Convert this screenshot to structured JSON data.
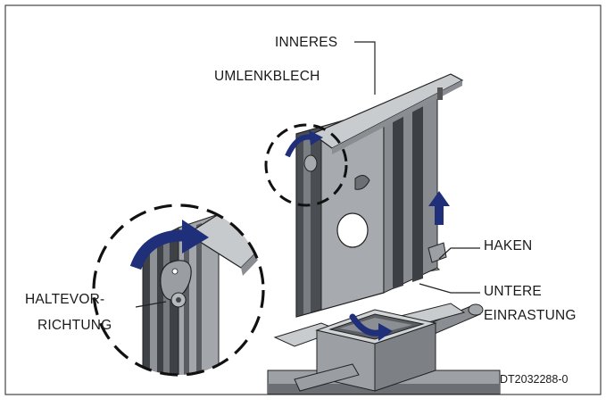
{
  "labels": {
    "inneres_umlenkblech_line1": "INNERES",
    "inneres_umlenkblech_line2": "UMLENKBLECH",
    "haken": "HAKEN",
    "untere_einrastung_line1": "UNTERE",
    "untere_einrastung_line2": "EINRASTUNG",
    "haltevorrichtung_line1": "HALTEVOR-",
    "haltevorrichtung_line2": "RICHTUNG"
  },
  "figure_reference": "DT2032288-0",
  "colors": {
    "arrow_blue": "#1f2f7a",
    "metal_light": "#b9bdc1",
    "metal_mid": "#8e9296",
    "metal_dark": "#3f4346",
    "frame": "#444444"
  }
}
